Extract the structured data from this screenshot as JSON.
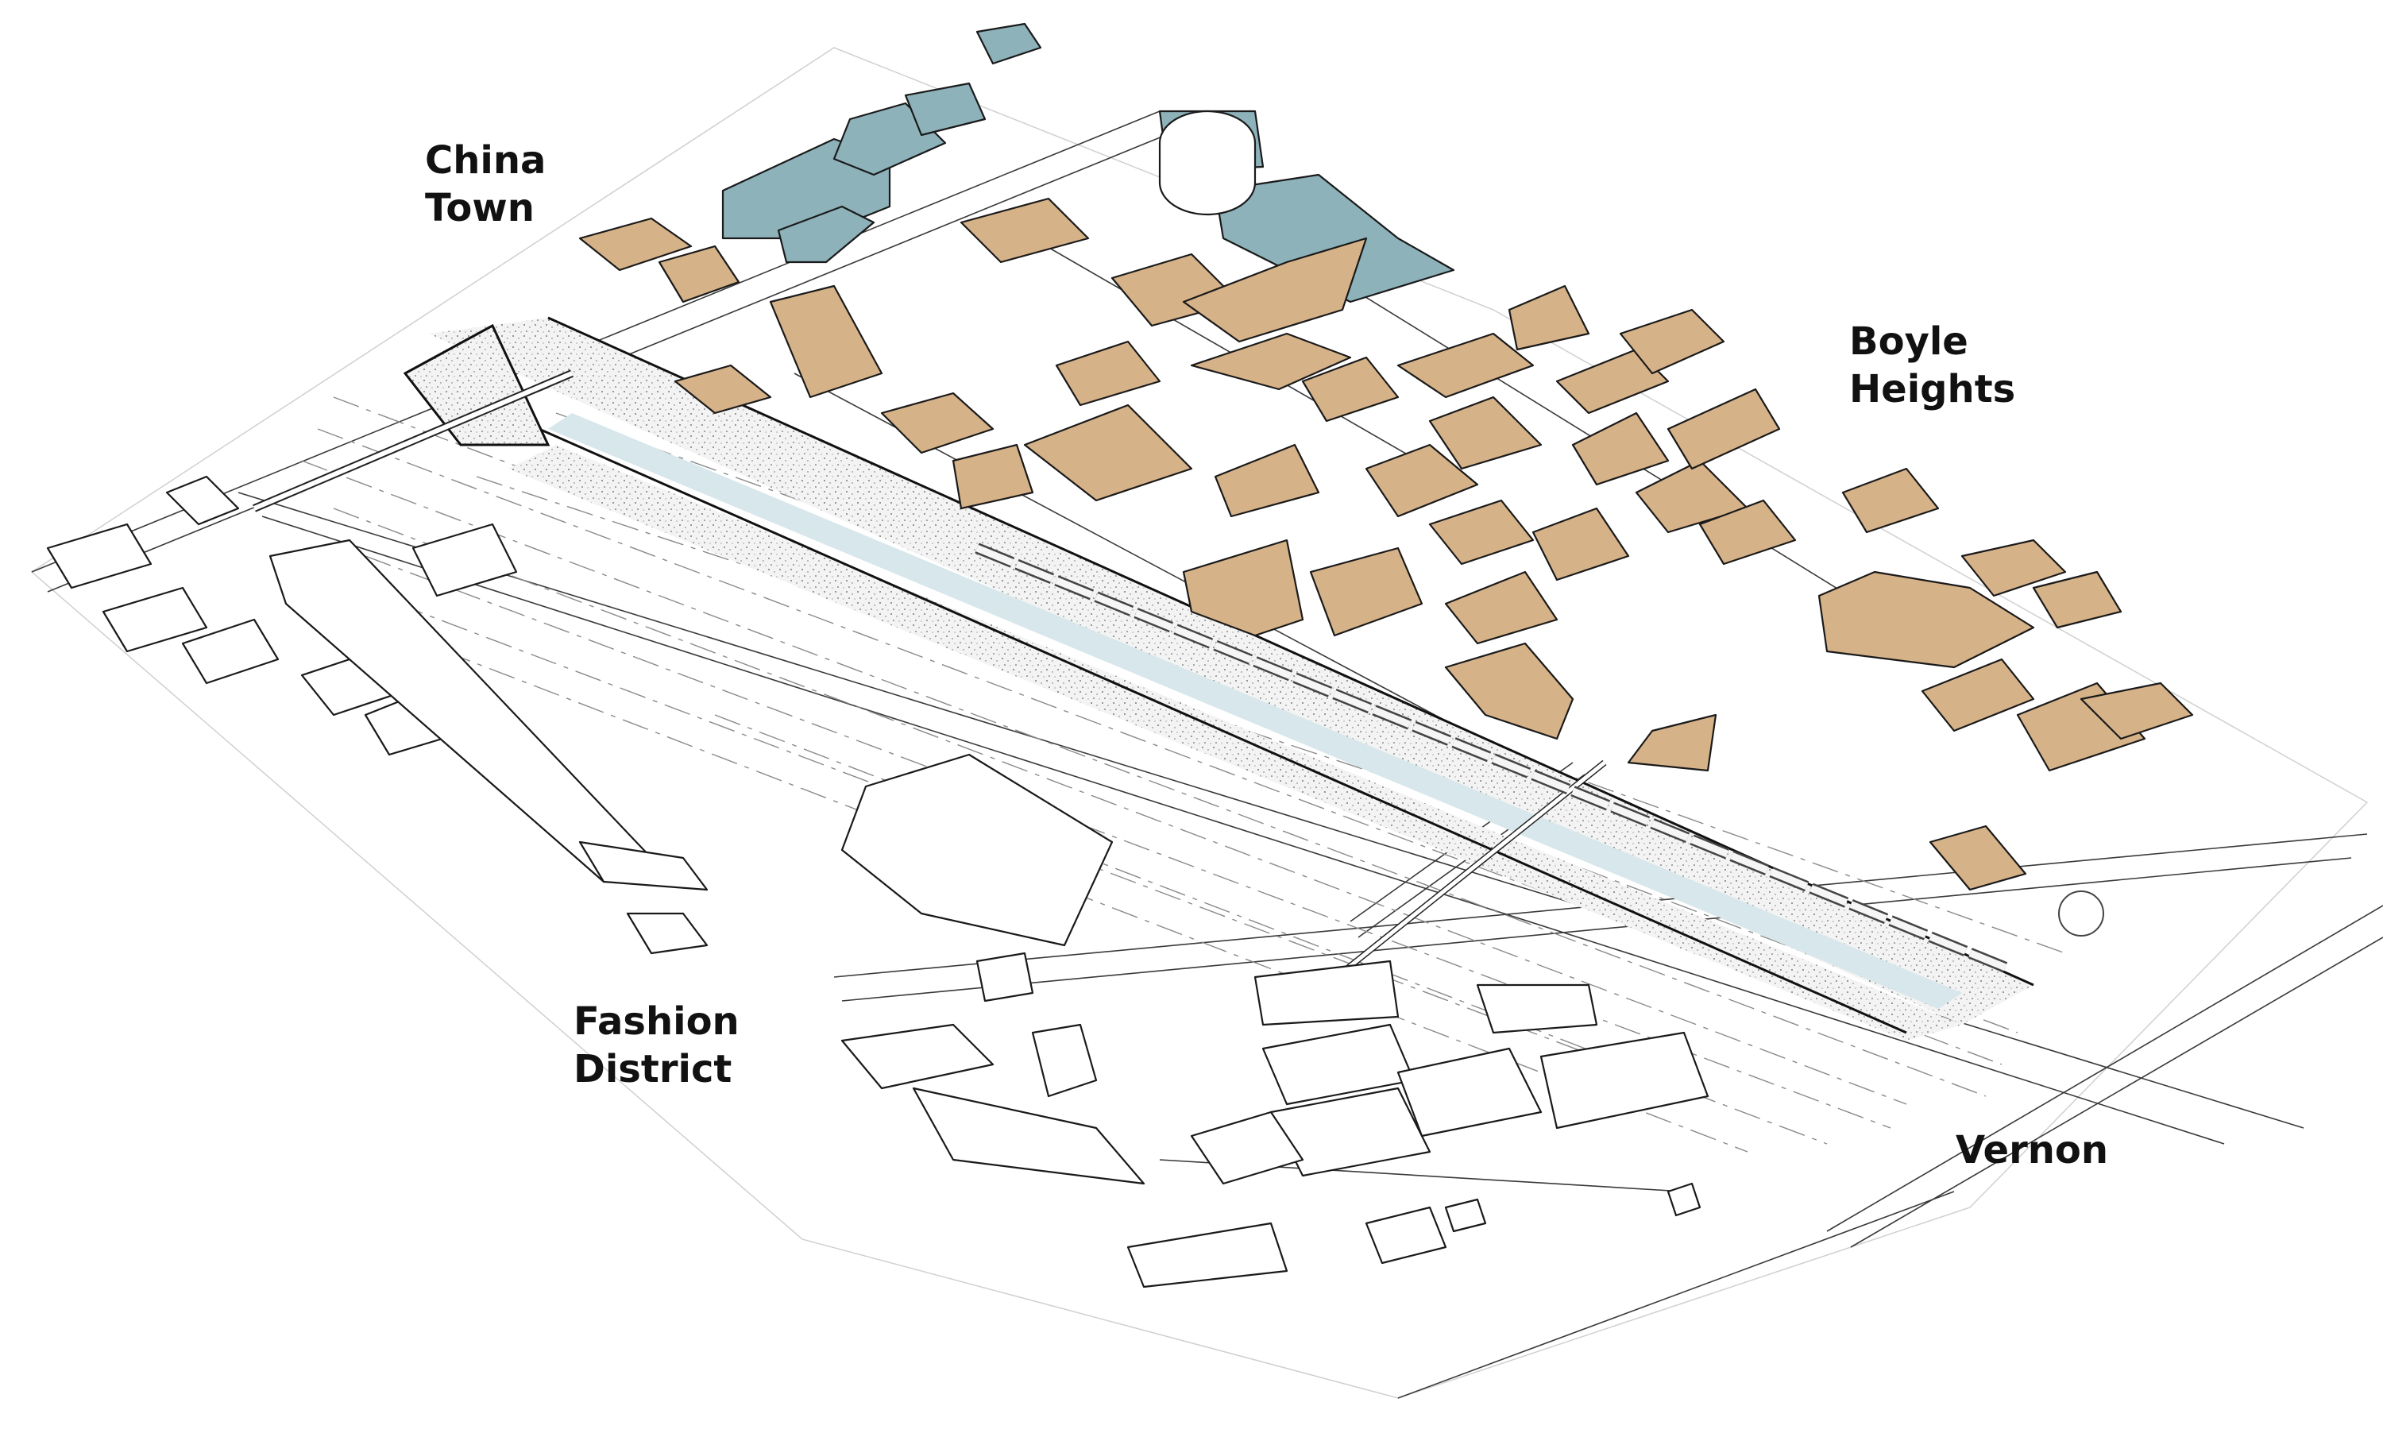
{
  "map": {
    "colors": {
      "background": "#ffffff",
      "highlight_building": "#d6b289",
      "highlight_building_side": "#ffffff",
      "teal_building": "#8db2ba",
      "river_water": "#d7e7ec",
      "gravel_bank": "#f1f1f1",
      "line": "#1a1a1a"
    },
    "labels": {
      "chinatown": "China\nTown",
      "boyle_heights": "Boyle\nHeights",
      "fashion_district": "Fashion\nDistrict",
      "vernon": "Vernon"
    }
  }
}
